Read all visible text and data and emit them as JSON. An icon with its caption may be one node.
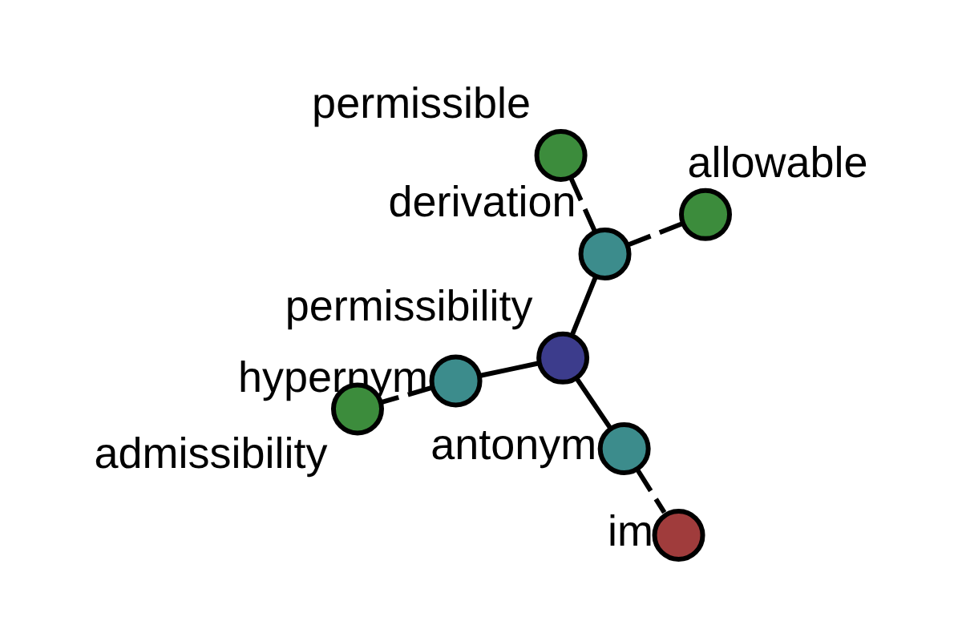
{
  "diagram": {
    "nodes": [
      {
        "text": [],
        "shape": "circle",
        "beside": [
          "permissibility"
        ]
      },
      {
        "text": [],
        "shape": "circle",
        "beside": [
          "antonym"
        ]
      },
      {
        "text": [],
        "shape": "circle",
        "beside": [
          "im"
        ]
      },
      {
        "text": [],
        "shape": "circle",
        "beside": [
          "derivation"
        ]
      },
      {
        "text": [],
        "shape": "circle",
        "beside": [
          "hypernym"
        ]
      },
      {
        "text": [],
        "shape": "circle",
        "beside": [
          "permissible"
        ]
      },
      {
        "text": [],
        "shape": "circle",
        "beside": [
          "admissibility"
        ]
      },
      {
        "text": [],
        "shape": "circle",
        "beside": [
          "allowable"
        ]
      }
    ],
    "edges": [
      {
        "from": 0,
        "to": 1,
        "arrow": "none"
      },
      {
        "from": 1,
        "to": 2,
        "arrow": "none",
        "style": "dashed"
      },
      {
        "from": 0,
        "to": 3,
        "arrow": "none"
      },
      {
        "from": 0,
        "to": 4,
        "arrow": "none"
      },
      {
        "from": 3,
        "to": 5,
        "arrow": "none",
        "style": "dashed"
      },
      {
        "from": 3,
        "to": 7,
        "arrow": "none",
        "style": "dashed"
      },
      {
        "from": 4,
        "to": 6,
        "arrow": "none",
        "style": "dashed"
      }
    ]
  }
}
